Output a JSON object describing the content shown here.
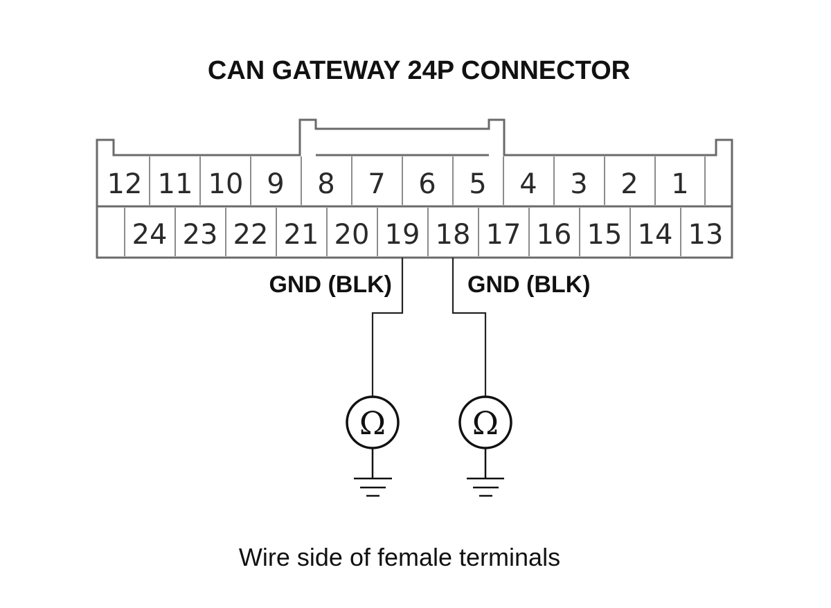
{
  "title": "CAN GATEWAY 24P CONNECTOR",
  "top_row": [
    "12",
    "11",
    "10",
    "9",
    "8",
    "7",
    "6",
    "5",
    "4",
    "3",
    "2",
    "1"
  ],
  "bottom_row": [
    "24",
    "23",
    "22",
    "21",
    "20",
    "19",
    "18",
    "17",
    "16",
    "15",
    "14",
    "13"
  ],
  "probes": [
    {
      "terminal": "19",
      "label": "GND (BLK)",
      "symbol": "Ω"
    },
    {
      "terminal": "18",
      "label": "GND (BLK)",
      "symbol": "Ω"
    }
  ],
  "footer": "Wire side of female terminals"
}
